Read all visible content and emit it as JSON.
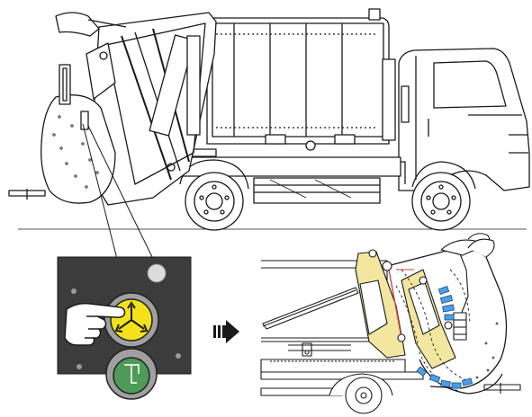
{
  "diagram": {
    "top_illustration": "garbage-compactor-truck-side-view",
    "control_panel": {
      "buttons": [
        {
          "name": "cycle-button",
          "icon": "three-way-arrows-icon",
          "color": "#f3e21a"
        },
        {
          "name": "stop-button",
          "icon": "stop-glyph-icon",
          "color": "#4e9a57"
        }
      ],
      "indicator": "panel-lamp",
      "action": "hand-press-icon"
    },
    "transition_arrow": "arrow-right-icon",
    "detail_illustration": "compactor-mechanism-cutaway",
    "colors": {
      "line": "#1a1a1a",
      "mechanism_yellow": "#f2e6a0",
      "waste_blue": "#4aa0e6",
      "panel_dark": "#3c3c3c",
      "callout_red": "#d23c3c"
    }
  }
}
